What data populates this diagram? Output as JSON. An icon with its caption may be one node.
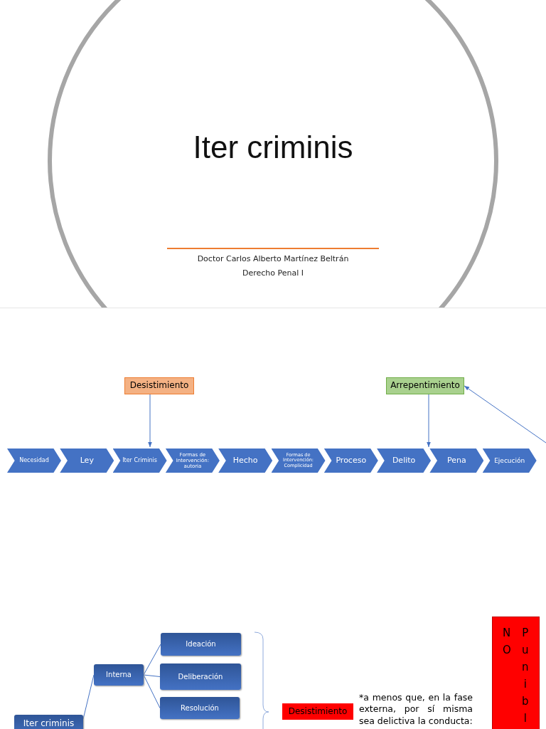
{
  "diagram": {
    "title": "Iter criminis",
    "nodes": [
      {
        "text": [
          "Necesidad"
        ]
      },
      {
        "text": [
          "Ley"
        ]
      },
      {
        "text": [
          "Iter Criminis"
        ]
      },
      {
        "text": [
          "Formas de Intervención: autoria"
        ]
      },
      {
        "text": [
          "Hecho"
        ]
      },
      {
        "text": [
          "Formas de Intervención: Complicidad"
        ]
      },
      {
        "text": [
          "Proceso"
        ]
      },
      {
        "text": [
          "Delito"
        ]
      },
      {
        "text": [
          "Pena"
        ]
      },
      {
        "text": [
          "Ejecución"
        ]
      },
      {
        "text": [
          "Desistimiento"
        ]
      },
      {
        "text": [
          "Arrepentimiento"
        ]
      },
      {
        "text": [
          "Iter criminis"
        ]
      },
      {
        "text": [
          "Interna"
        ]
      },
      {
        "text": [
          "Ideación"
        ]
      },
      {
        "text": [
          "Deliberación"
        ]
      },
      {
        "text": [
          "Resolución"
        ]
      },
      {
        "text": [
          "Desistimiento"
        ]
      },
      {
        "text": [
          "NO",
          "Punibl"
        ]
      }
    ],
    "edges": [
      {
        "from": 10,
        "to": 2,
        "arrow": "to"
      },
      {
        "from": 11,
        "to": 8,
        "arrow": "to"
      },
      {
        "from": null,
        "to": 11,
        "arrow": "to"
      },
      {
        "from": 12,
        "to": 13,
        "arrow": "none"
      },
      {
        "from": 13,
        "to": 14,
        "arrow": "none"
      },
      {
        "from": 13,
        "to": 15,
        "arrow": "none"
      },
      {
        "from": 13,
        "to": 16,
        "arrow": "none"
      }
    ],
    "labels": [
      "Doctor Carlos Alberto Martínez Beltrán",
      "Derecho Penal I",
      "*a menos que, en la fase externa, por sí misma sea delictiva la conducta:"
    ]
  }
}
